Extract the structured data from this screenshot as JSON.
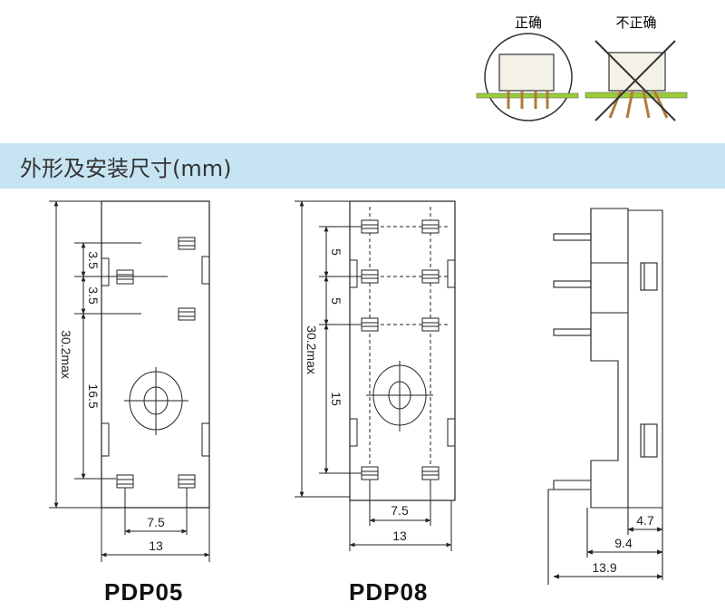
{
  "header": {
    "correct_label": "正确",
    "incorrect_label": "不正确"
  },
  "section": {
    "title": "外形及安装尺寸(mm)"
  },
  "models": {
    "left": {
      "name": "PDP05",
      "dim_overall": "30.2max",
      "dim_pitch_a": "3.5",
      "dim_pitch_b": "3.5",
      "dim_pitch_c": "16.5",
      "dim_width_inner": "7.5",
      "dim_width_outer": "13"
    },
    "middle": {
      "name": "PDP08",
      "dim_overall": "30.2max",
      "dim_pitch_a": "5",
      "dim_pitch_b": "5",
      "dim_pitch_c": "15",
      "dim_width_inner": "7.5",
      "dim_width_outer": "13"
    },
    "side": {
      "dim_a": "4.7",
      "dim_b": "9.4",
      "dim_c": "13.9"
    }
  },
  "colors": {
    "section_bar": "#c7e4f2",
    "pcb_green": "#9acd32",
    "pin_brown": "#b07a3a",
    "cross_red": "#333333"
  }
}
